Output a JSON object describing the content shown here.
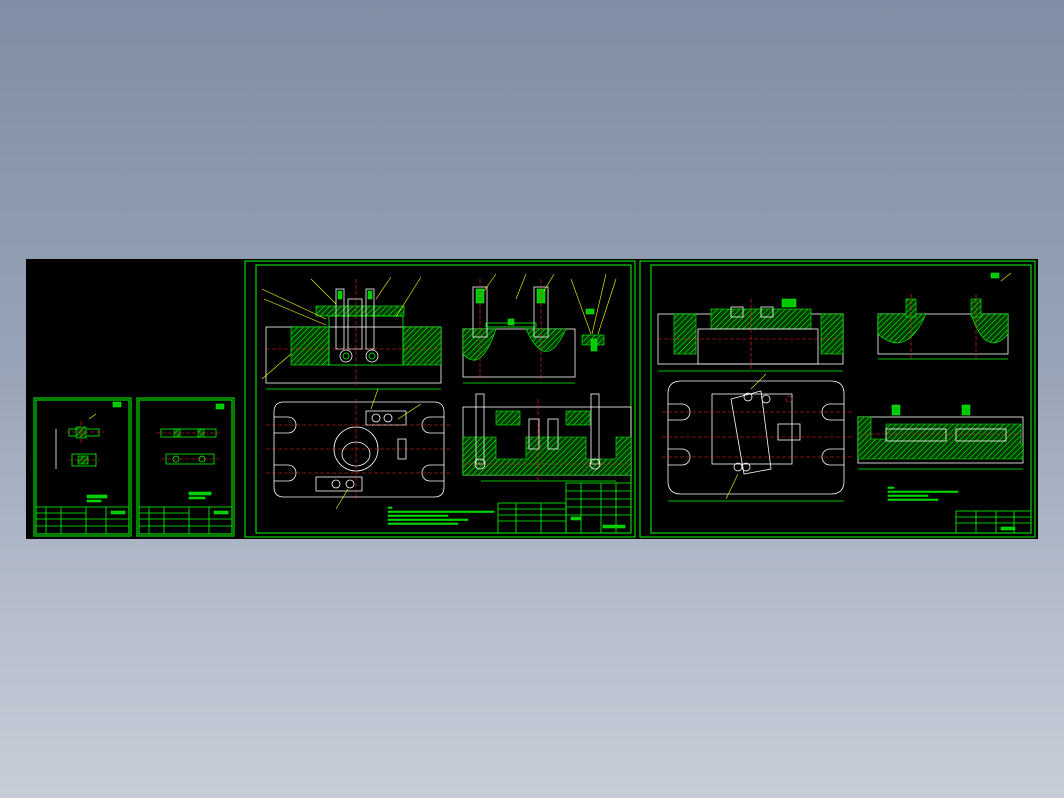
{
  "drawing": {
    "background_color": "#000000",
    "line_color": "#00ff00",
    "centerline_color": "#ff2a2a",
    "outline_color": "#ffffff",
    "sheets": [
      {
        "id": "part-sheet-1",
        "kind": "part drawing"
      },
      {
        "id": "part-sheet-2",
        "kind": "part drawing"
      },
      {
        "id": "assembly-sheet",
        "kind": "fixture assembly drawing"
      },
      {
        "id": "base-plate-sheet",
        "kind": "fixture body part drawing"
      }
    ]
  }
}
